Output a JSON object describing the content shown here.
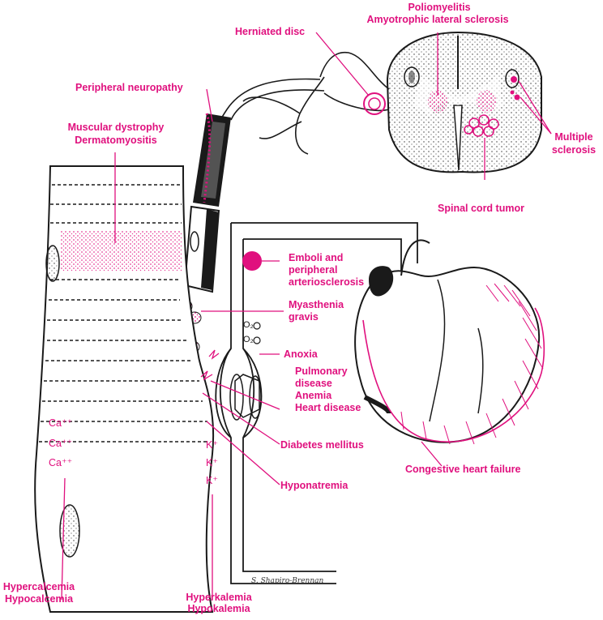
{
  "colors": {
    "accent": "#e0107e",
    "ink": "#1a1a1a"
  },
  "labels": {
    "poliomyelitis": "Poliomyelitis",
    "als": "Amyotrophic lateral sclerosis",
    "herniated_disc": "Herniated disc",
    "peripheral_neuropathy": "Peripheral neuropathy",
    "muscular_dystrophy": "Muscular dystrophy",
    "dermatomyositis": "Dermatomyositis",
    "multiple": "Multiple",
    "sclerosis": "sclerosis",
    "spinal_cord_tumor": "Spinal cord tumor",
    "emboli_1": "Emboli and",
    "emboli_2": "peripheral",
    "emboli_3": "arteriosclerosis",
    "myasthenia": "Myasthenia",
    "gravis": "gravis",
    "anoxia": "Anoxia",
    "pulmonary": "Pulmonary",
    "disease": "disease",
    "anemia": "Anemia",
    "heart_disease": "Heart disease",
    "diabetes": "Diabetes mellitus",
    "hyponatremia": "Hyponatremia",
    "chf": "Congestive heart failure",
    "hypercalcemia": "Hypercalcemia",
    "hypocalcemia": "Hypocalcemia",
    "hyperkalemia": "Hyperkalemia",
    "hypokalemia": "Hypokalemia",
    "ca": "Ca⁺⁺",
    "k": "K⁺",
    "o2": "O₂",
    "signature": "S. Shapiro-Brennan"
  }
}
